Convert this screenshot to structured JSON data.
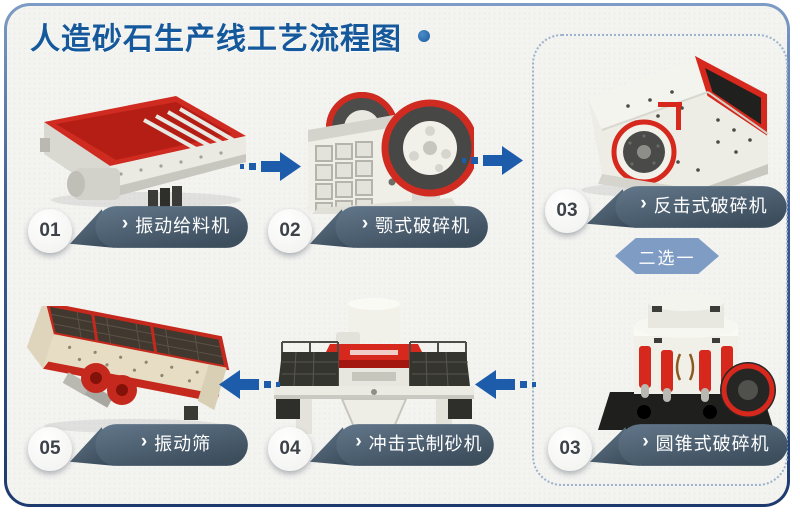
{
  "page": {
    "title": "人造砂石生产线工艺流程图",
    "colors": {
      "title_blue": "#15599c",
      "arrow_blue": "#1d5cab",
      "banner_dark": "#46586a",
      "hexagon_blue": "#7e9cc4",
      "machine_red": "#d6281c",
      "frame_navy": "#1e3a6e"
    }
  },
  "flow": {
    "chevron_icon": "›",
    "choice_label": "二选一",
    "steps": [
      {
        "num": "01",
        "label": "振动给料机",
        "machine": "vibrating-feeder"
      },
      {
        "num": "02",
        "label": "颚式破碎机",
        "machine": "jaw-crusher"
      },
      {
        "num": "03",
        "label": "反击式破碎机",
        "machine": "impact-crusher"
      },
      {
        "num": "03",
        "label": "圆锥式破碎机",
        "machine": "cone-crusher"
      },
      {
        "num": "04",
        "label": "冲击式制砂机",
        "machine": "impact-sand-maker"
      },
      {
        "num": "05",
        "label": "振动筛",
        "machine": "vibrating-screen"
      }
    ]
  }
}
